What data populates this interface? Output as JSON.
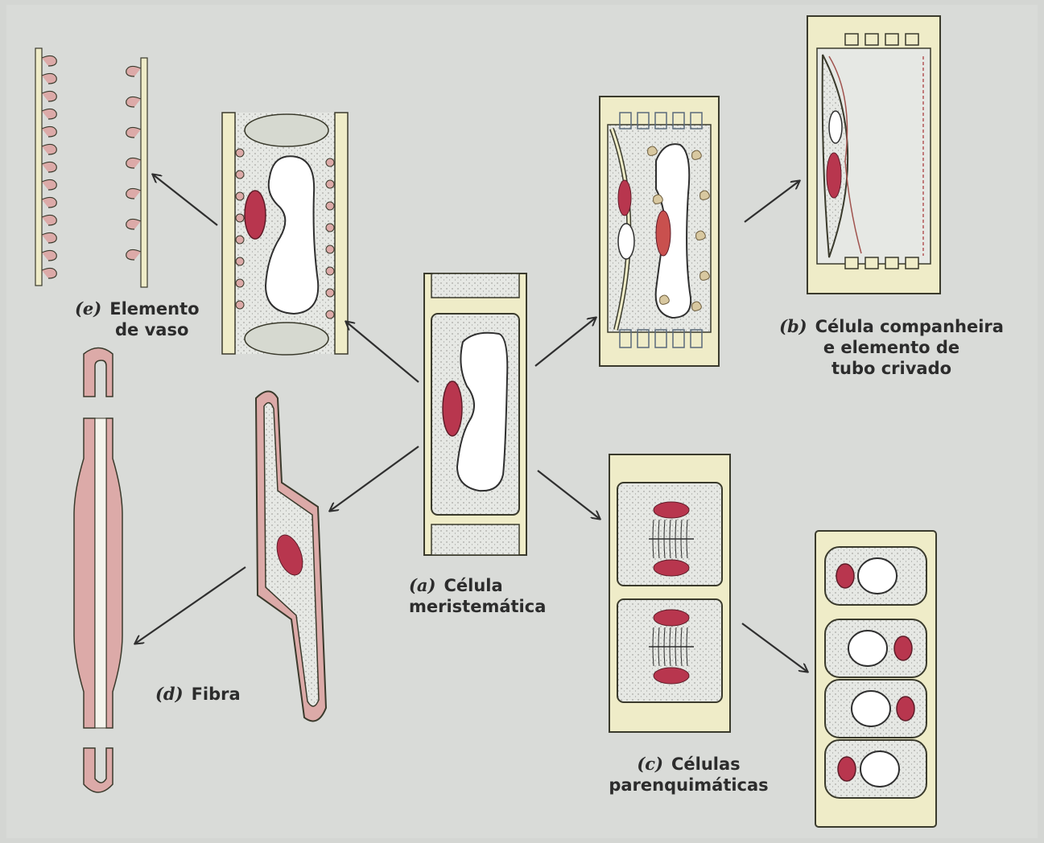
{
  "colors": {
    "background": "#d4d6d3",
    "wall": "#efecc8",
    "wall_outline": "#3a3a2c",
    "cytoplasm": "#e4e6e2",
    "nucleus": "#b8364e",
    "pink": "#dcaaa8",
    "arrow": "#2f2f2f"
  },
  "labels": {
    "a": {
      "letter": "(a)",
      "line1": "Célula",
      "line2": "meristemática"
    },
    "b": {
      "letter": "(b)",
      "line1": "Célula companheira",
      "line2": "e  elemento de",
      "line3": "tubo crivado"
    },
    "c": {
      "letter": "(c)",
      "line1": "Células",
      "line2": "parenquimáticas"
    },
    "d": {
      "letter": "(d)",
      "line1": "Fibra"
    },
    "e": {
      "letter": "(e)",
      "line1": "Elemento",
      "line2": "de vaso"
    }
  }
}
